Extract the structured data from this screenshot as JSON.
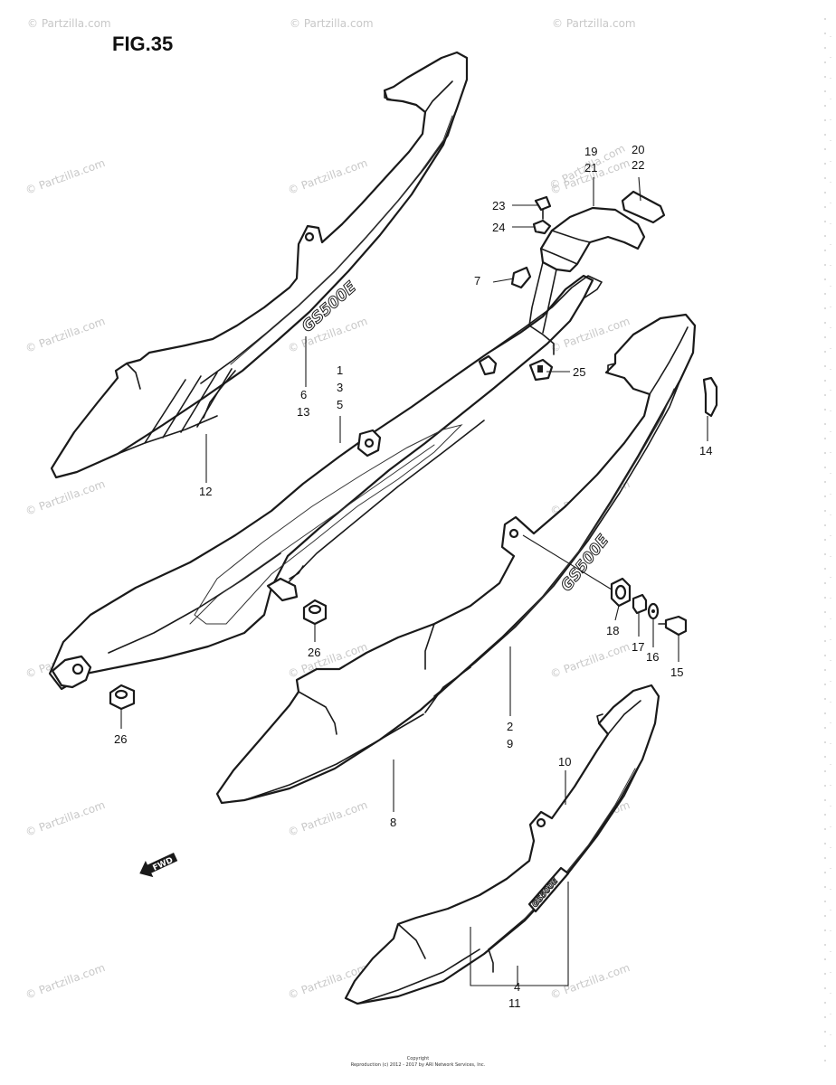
{
  "figure": {
    "title": "FIG.35"
  },
  "watermark": "© Partzilla.com",
  "footer": {
    "line1": "Copyright",
    "line2": "Reproduction (c) 2012 - 2017 by ARI Network Services, Inc."
  },
  "logos": {
    "rear_cover": "GS500E",
    "side_cover": "GS500E",
    "front_cover": "GS500E"
  },
  "arrow_label": "FWD",
  "callouts": {
    "c1": "1",
    "c2": "3",
    "c3": "5",
    "c4": "6",
    "c5": "13",
    "c6": "12",
    "c7": "7",
    "c8": "19",
    "c9": "21",
    "c10": "20",
    "c11": "22",
    "c12": "23",
    "c13": "24",
    "c14": "25",
    "c15": "14",
    "c16": "18",
    "c17": "17",
    "c18": "16",
    "c19": "15",
    "c20": "26",
    "c21": "26",
    "c22": "2",
    "c23": "9",
    "c24": "8",
    "c25": "10",
    "c26": "4",
    "c27": "11"
  }
}
